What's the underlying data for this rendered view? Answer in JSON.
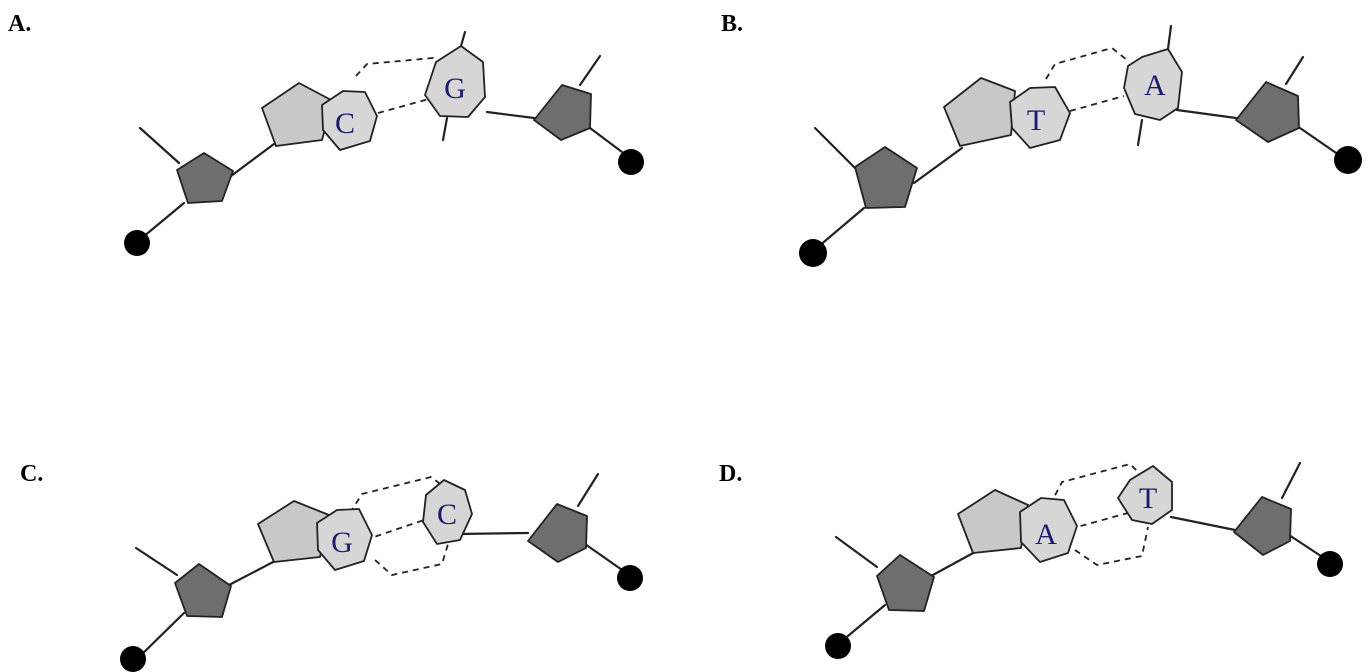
{
  "colors": {
    "light_sugar": "#c8c8c8",
    "dark_sugar": "#6e6e6e",
    "base_fill": "#d6d6d6",
    "letter": "#1a1a6e",
    "phosphate": "#000000",
    "line": "#222222"
  },
  "panels": [
    {
      "label": "A.",
      "left_base": "C",
      "right_base": "G",
      "hbonds": 2,
      "variant": "offset"
    },
    {
      "label": "B.",
      "left_base": "T",
      "right_base": "A",
      "hbonds": 2,
      "variant": "offset"
    },
    {
      "label": "C.",
      "left_base": "G",
      "right_base": "C",
      "hbonds": 3,
      "variant": "flat"
    },
    {
      "label": "D.",
      "left_base": "A",
      "right_base": "T",
      "hbonds": 3,
      "variant": "flat"
    }
  ]
}
